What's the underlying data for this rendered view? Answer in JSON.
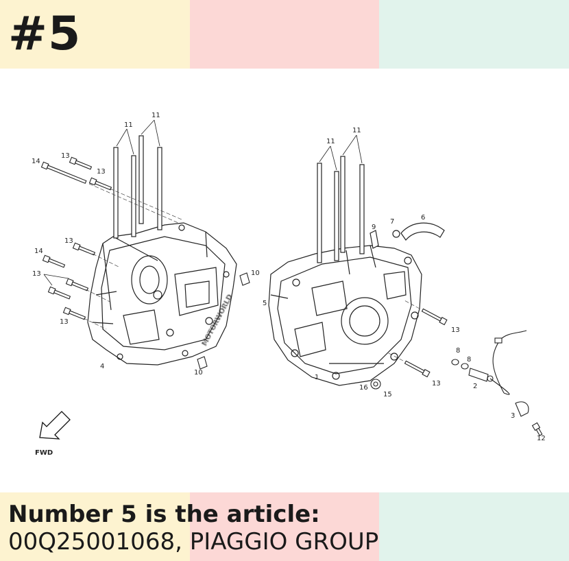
{
  "header": {
    "number_label": "#5",
    "band_colors": [
      "#fdf3d0",
      "#fcd8d6",
      "#e1f3ec"
    ]
  },
  "diagram": {
    "watermark": "MOTORWORLD",
    "fwd_label": "FWD",
    "callouts": {
      "left_11_a": "11",
      "left_11_b": "11",
      "left_14_top": "14",
      "left_13_a": "13",
      "left_13_b": "13",
      "left_13_c": "13",
      "left_14_mid": "14",
      "left_13_d": "13",
      "left_13_e": "13",
      "left_10_a": "10",
      "left_10_b": "10",
      "left_4": "4",
      "right_11_a": "11",
      "right_11_b": "11",
      "right_9": "9",
      "right_7": "7",
      "right_6": "6",
      "right_5": "5",
      "right_13_a": "13",
      "right_13_b": "13",
      "right_1": "1",
      "right_16": "16",
      "right_15": "15",
      "right_8_a": "8",
      "right_8_b": "8",
      "right_2": "2",
      "right_3": "3",
      "right_12": "12"
    }
  },
  "footer": {
    "title": "Number 5 is the article:",
    "subtitle": "00Q25001068, PIAGGIO GROUP"
  }
}
